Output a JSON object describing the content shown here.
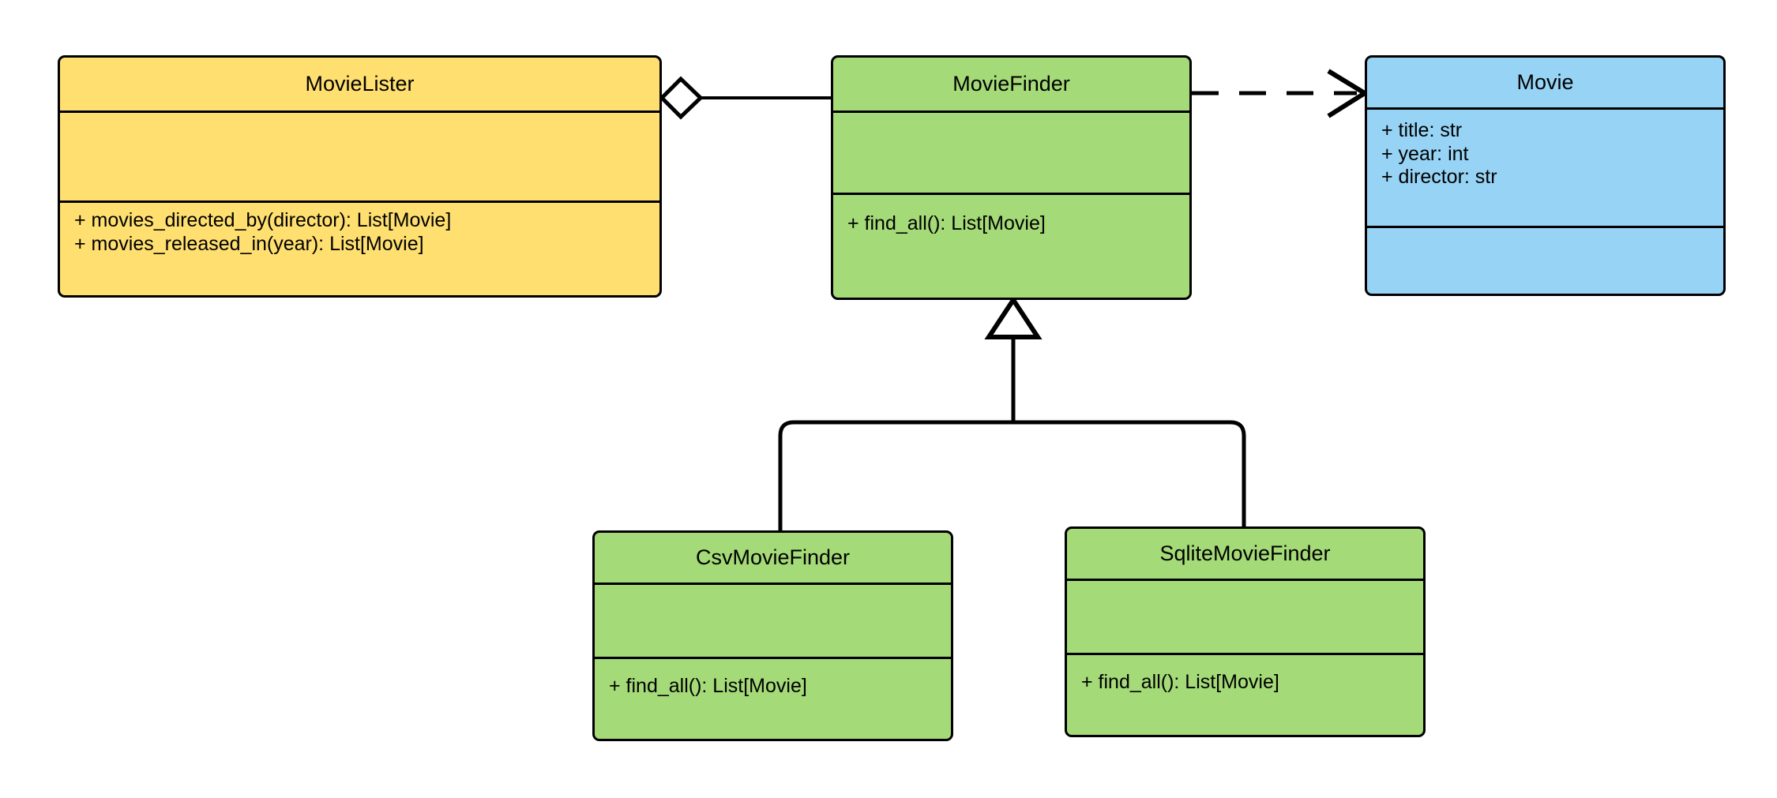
{
  "diagram": {
    "type": "uml-class-diagram",
    "background": "#ffffff",
    "line_color": "#000000",
    "palette": {
      "yellow": "#ffdf70",
      "green": "#a4da77",
      "blue": "#96d3f5",
      "stroke": "#000000"
    }
  },
  "classes": {
    "movie_lister": {
      "name": "MovieLister",
      "color": "#ffdf70",
      "attributes": [],
      "methods": [
        "+ movies_directed_by(director): List[Movie]",
        "+ movies_released_in(year): List[Movie]"
      ]
    },
    "movie_finder": {
      "name": "MovieFinder",
      "color": "#a4da77",
      "attributes": [],
      "methods": [
        "+ find_all(): List[Movie]"
      ]
    },
    "movie": {
      "name": "Movie",
      "color": "#96d3f5",
      "attributes": [
        "+ title: str",
        "+ year: int",
        "+ director: str"
      ],
      "methods": []
    },
    "csv_movie_finder": {
      "name": "CsvMovieFinder",
      "color": "#a4da77",
      "attributes": [],
      "methods": [
        "+ find_all(): List[Movie]"
      ]
    },
    "sqlite_movie_finder": {
      "name": "SqliteMovieFinder",
      "color": "#a4da77",
      "attributes": [],
      "methods": [
        "+ find_all(): List[Movie]"
      ]
    }
  },
  "relationships": [
    {
      "id": "aggregation-lister-finder",
      "kind": "aggregation",
      "from": "MovieLister",
      "to": "MovieFinder",
      "marker": "hollow-diamond",
      "line": "solid"
    },
    {
      "id": "dependency-finder-movie",
      "kind": "dependency",
      "from": "MovieFinder",
      "to": "Movie",
      "marker": "open-arrow",
      "line": "dashed"
    },
    {
      "id": "inheritance-csv-finder",
      "kind": "generalization",
      "from": "CsvMovieFinder",
      "to": "MovieFinder",
      "marker": "hollow-triangle",
      "line": "solid"
    },
    {
      "id": "inheritance-sqlite-finder",
      "kind": "generalization",
      "from": "SqliteMovieFinder",
      "to": "MovieFinder",
      "marker": "hollow-triangle",
      "line": "solid"
    }
  ]
}
